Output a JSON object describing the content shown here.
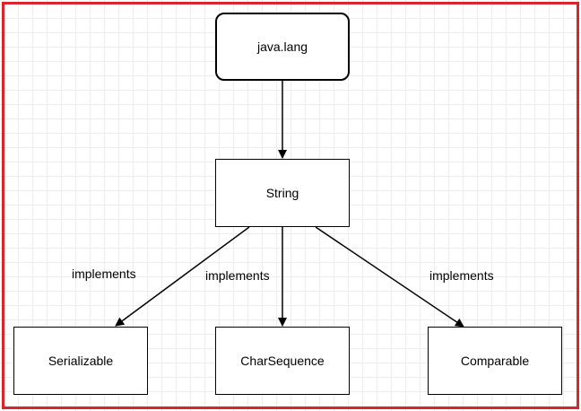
{
  "diagram": {
    "nodes": {
      "java_lang": "java.lang",
      "string": "String",
      "serializable": "Serializable",
      "charsequence": "CharSequence",
      "comparable": "Comparable"
    },
    "edge_labels": {
      "serializable": "implements",
      "charsequence": "implements",
      "comparable": "implements"
    },
    "colors": {
      "frame": "#d9262d",
      "line": "#000000",
      "grid": "#ececec"
    }
  }
}
